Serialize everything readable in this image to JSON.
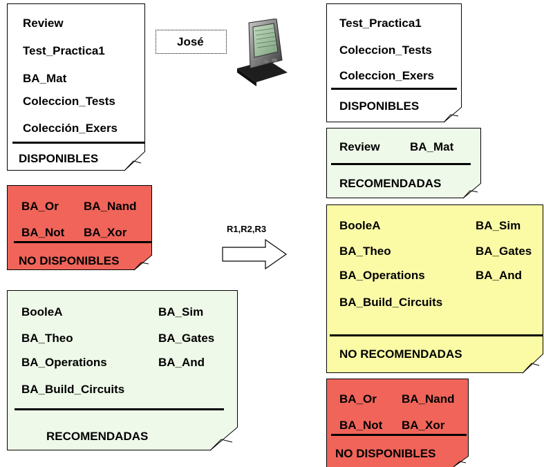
{
  "user_name": "José",
  "arrow_label": "R1,R2,R3",
  "left": {
    "disponibles": {
      "items": [
        "Review",
        "Test_Practica1",
        "BA_Mat",
        "Coleccion_Tests",
        "Colección_Exers"
      ],
      "label": "DISPONIBLES"
    },
    "no_disponibles": {
      "items": [
        "BA_Or",
        "BA_Nand",
        "BA_Not",
        "BA_Xor"
      ],
      "label": "NO DISPONIBLES"
    },
    "recomendadas": {
      "items": [
        "BooleA",
        "BA_Sim",
        "BA_Theo",
        "BA_Gates",
        "BA_Operations",
        "BA_And",
        "BA_Build_Circuits"
      ],
      "label": "RECOMENDADAS"
    }
  },
  "right": {
    "disponibles": {
      "items": [
        "Test_Practica1",
        "Coleccion_Tests",
        "Coleccion_Exers"
      ],
      "label": "DISPONIBLES"
    },
    "recomendadas": {
      "items": [
        "Review",
        "BA_Mat"
      ],
      "label": "RECOMENDADAS"
    },
    "no_recomendadas": {
      "items": [
        "BooleA",
        "BA_Sim",
        "BA_Theo",
        "BA_Gates",
        "BA_Operations",
        "BA_And",
        "BA_Build_Circuits"
      ],
      "label": "NO RECOMENDADAS"
    },
    "no_disponibles": {
      "items": [
        "BA_Or",
        "BA_Nand",
        "BA_Not",
        "BA_Xor"
      ],
      "label": "NO DISPONIBLES"
    }
  },
  "colors": {
    "green_note": "#eef9e9",
    "yellow_note": "#fbfba6",
    "red_note": "#f0645a",
    "white_note": "#ffffff"
  },
  "icons": [
    "pda-device-icon",
    "right-arrow-icon",
    "folded-corner-icon"
  ]
}
